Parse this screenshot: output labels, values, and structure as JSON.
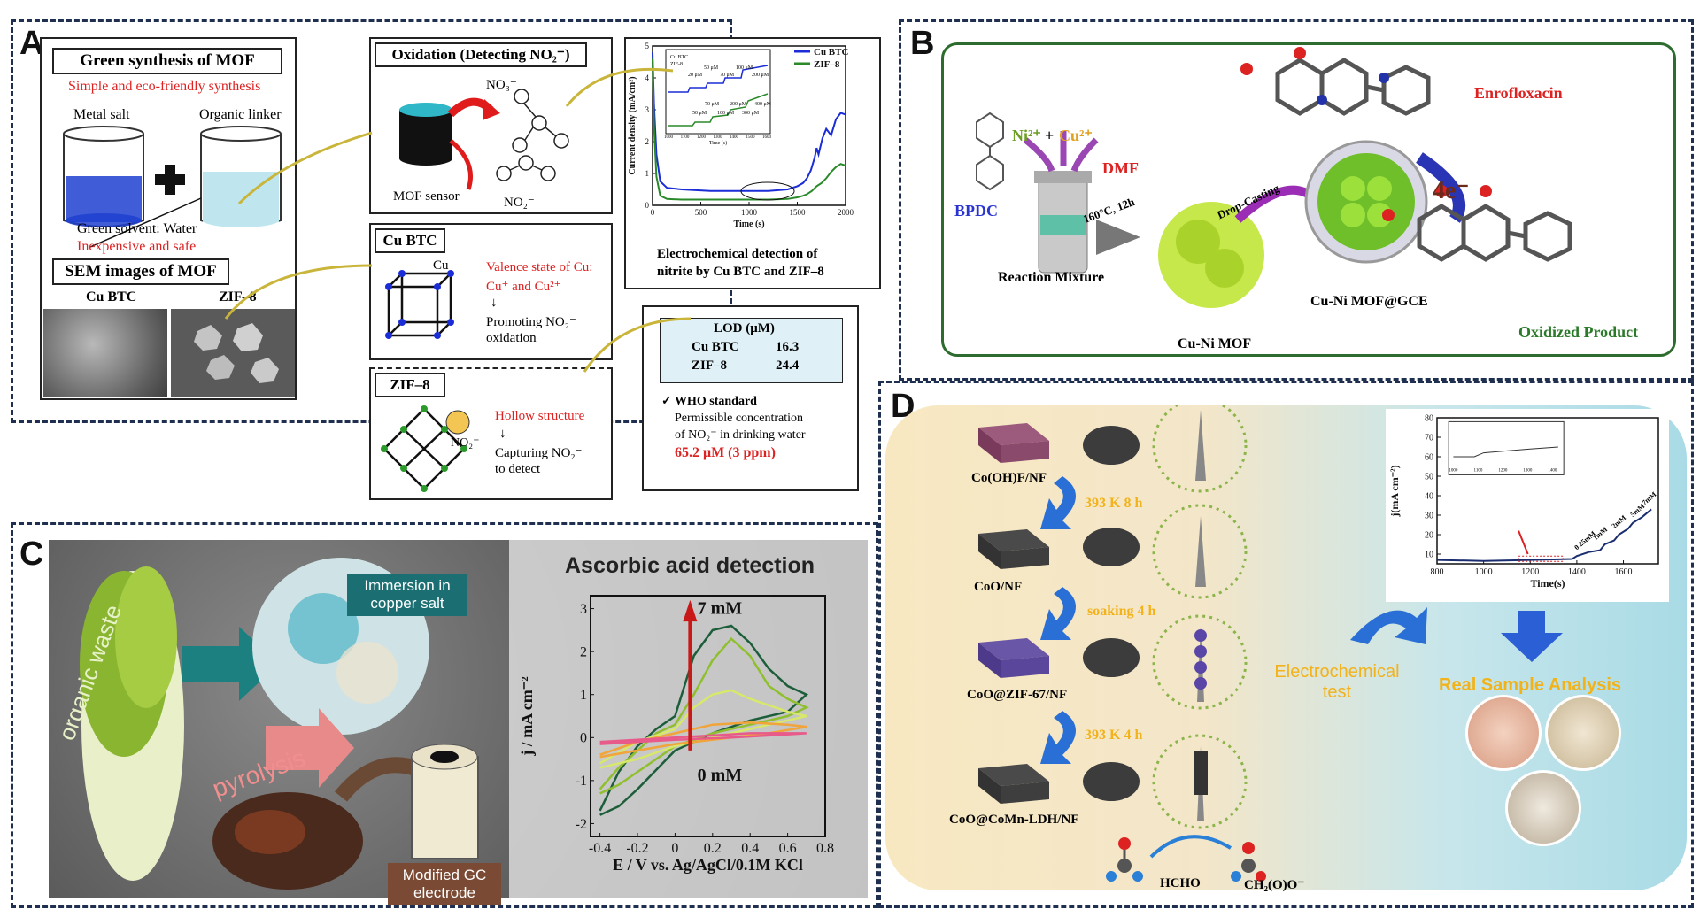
{
  "colors": {
    "frame": "#1f2f4f",
    "red": "#d22222",
    "blue_series": "#1a2dd6",
    "green_series": "#2a8a2a",
    "panelB_border": "#2e6b2e",
    "panelD_bg_left": "#f8e8c2",
    "panelD_bg_right": "#a9dbe6",
    "yellow_text": "#f2b21a",
    "teal_label": "#1b6f73",
    "brown_label": "#7a4a34"
  },
  "panel_a": {
    "letter": "A",
    "green_synthesis": {
      "title": "Green synthesis of MOF",
      "subtitle": "Simple and eco-friendly synthesis",
      "metal_salt": "Metal salt",
      "organic_linker": "Organic linker",
      "solvent": "Green solvent: Water",
      "solvent_note": "Inexpensive and safe",
      "sem_title": "SEM images of MOF",
      "sem_left": "Cu BTC",
      "sem_right": "ZIF–8"
    },
    "oxidation": {
      "title": "Oxidation (Detecting NO₂⁻)",
      "sensor_label": "MOF sensor",
      "no3": "NO₃⁻",
      "no2": "NO₂⁻"
    },
    "cubtc": {
      "title": "Cu BTC",
      "cu": "Cu",
      "valence_line1": "Valence state of Cu:",
      "valence_line2": "Cu⁺ and Cu²⁺",
      "arrow": "↓",
      "promote_line1": "Promoting NO₂⁻",
      "promote_line2": "oxidation"
    },
    "zif8": {
      "title": "ZIF–8",
      "hollow": "Hollow structure",
      "no2": "NO₂⁻",
      "arrow": "↓",
      "capture_line1": "Capturing NO₂⁻",
      "capture_line2": "to detect"
    },
    "chart_caption_line1": "Electrochemical detection of",
    "chart_caption_line2": "nitrite by Cu BTC and ZIF–8",
    "lod": {
      "title": "LOD (μM)",
      "rows": [
        {
          "name": "Cu BTC",
          "value": "16.3"
        },
        {
          "name": "ZIF–8",
          "value": "24.4"
        }
      ],
      "who_title": "✓  WHO standard",
      "who_line1": "Permissible concentration",
      "who_line2": "of NO₂⁻ in drinking water",
      "who_value": "65.2 μM (3 ppm)"
    }
  },
  "panel_b": {
    "letter": "B",
    "bpdc": "BPDC",
    "ni": "Ni²⁺",
    "plus": "+",
    "cu": "Cu²⁺",
    "dmf": "DMF",
    "condition": "160°C, 12h",
    "reaction_mixture": "Reaction Mixture",
    "drop_casting": "Drop-Casting",
    "cu_ni_mof": "Cu-Ni MOF",
    "electrode": "Cu-Ni MOF@GCE",
    "electrons": "4e⁻",
    "enrofloxacin": "Enrofloxacin",
    "oxidized_product": "Oxidized Product"
  },
  "panel_c": {
    "letter": "C",
    "organic_waste": "organic waste",
    "immersion": "Immersion in copper salt",
    "pyrolysis": "pyrolysis",
    "electrode": "Modified GC electrode"
  },
  "panel_d": {
    "letter": "D",
    "steps": [
      "Co(OH)F/NF",
      "CoO/NF",
      "CoO@ZIF-67/NF",
      "CoO@CoMn-LDH/NF"
    ],
    "conditions": [
      "393 K 8 h",
      "soaking 4 h",
      "393 K 4 h"
    ],
    "hcho": "HCHO",
    "product": "CH₂(O)O⁻",
    "electrochemical_test": "Electrochemical test",
    "real_sample": "Real Sample Analysis"
  },
  "chart_data": [
    {
      "id": "panel_a_nitrite",
      "type": "line",
      "xlabel": "Time (s)",
      "ylabel": "Current density (mA/cm²)",
      "xlim": [
        0,
        2000
      ],
      "ylim": [
        0,
        5
      ],
      "xticks": [
        0,
        500,
        1000,
        1500,
        2000
      ],
      "yticks": [
        0,
        1,
        2,
        3,
        4,
        5
      ],
      "series": [
        {
          "name": "Cu BTC",
          "color": "#1a2dd6",
          "x": [
            0,
            15,
            40,
            80,
            150,
            300,
            600,
            900,
            1200,
            1400,
            1500,
            1560,
            1600,
            1640,
            1680,
            1700,
            1720,
            1760,
            1800,
            1850,
            1900,
            1950,
            2000
          ],
          "y": [
            4.8,
            3.2,
            1.6,
            0.75,
            0.55,
            0.5,
            0.45,
            0.45,
            0.45,
            0.5,
            0.6,
            0.7,
            0.85,
            1.1,
            1.5,
            1.8,
            1.6,
            2.1,
            2.4,
            2.2,
            2.7,
            2.9,
            2.85
          ]
        },
        {
          "name": "ZIF–8",
          "color": "#2a8a2a",
          "x": [
            0,
            15,
            40,
            80,
            150,
            300,
            600,
            900,
            1200,
            1400,
            1500,
            1560,
            1600,
            1650,
            1700,
            1750,
            1800,
            1850,
            1900,
            1950,
            2000
          ],
          "y": [
            4.6,
            2.5,
            0.9,
            0.3,
            0.2,
            0.18,
            0.18,
            0.18,
            0.18,
            0.2,
            0.25,
            0.3,
            0.35,
            0.45,
            0.6,
            0.7,
            0.85,
            1.05,
            1.2,
            1.3,
            1.25
          ]
        }
      ],
      "inset": {
        "xlabel": "Time (s)",
        "ylabel": "Current density (mA/cm²)",
        "xticks": [
          1000,
          1100,
          1200,
          1300,
          1400,
          1500,
          1600
        ],
        "legend": [
          "Cu BTC",
          "ZIF-8"
        ],
        "blue_labels": [
          "20 μM",
          "50 μM",
          "70 μM",
          "100 μM",
          "200 μM"
        ],
        "green_labels": [
          "50 μM",
          "70 μM",
          "100 μM",
          "200 μM",
          "300 μM",
          "400 μM"
        ]
      }
    },
    {
      "id": "panel_c_ascorbic",
      "type": "line",
      "title": "Ascorbic acid detection",
      "xlabel": "E / V vs. Ag/AgCl/0.1M KCl",
      "ylabel": "j / mA cm⁻²",
      "xlim": [
        -0.45,
        0.8
      ],
      "ylim": [
        -2.3,
        3.3
      ],
      "xticks": [
        -0.4,
        -0.2,
        0.0,
        0.2,
        0.4,
        0.6,
        0.8
      ],
      "yticks": [
        -2,
        -1,
        0,
        1,
        2,
        3
      ],
      "annotation_top": "7 mM",
      "annotation_bottom": "0 mM",
      "series": [
        {
          "color": "#1d5e3a",
          "x": [
            -0.4,
            -0.3,
            -0.2,
            -0.1,
            0.0,
            0.1,
            0.2,
            0.3,
            0.4,
            0.5,
            0.6,
            0.7,
            0.6,
            0.4,
            0.2,
            0.0,
            -0.2,
            -0.3,
            -0.4
          ],
          "y": [
            -1.7,
            -0.8,
            -0.2,
            0.2,
            0.5,
            1.9,
            2.5,
            2.6,
            2.2,
            1.6,
            1.2,
            1.0,
            0.6,
            0.4,
            0.1,
            -0.3,
            -1.2,
            -1.6,
            -1.8
          ]
        },
        {
          "color": "#8fbf2e",
          "x": [
            -0.4,
            -0.3,
            -0.2,
            -0.1,
            0.0,
            0.1,
            0.2,
            0.3,
            0.4,
            0.5,
            0.6,
            0.7,
            0.6,
            0.4,
            0.2,
            0.0,
            -0.2,
            -0.3,
            -0.4
          ],
          "y": [
            -1.2,
            -0.7,
            -0.3,
            0.1,
            0.3,
            1.0,
            1.8,
            2.3,
            1.9,
            1.2,
            0.9,
            0.7,
            0.5,
            0.3,
            0.1,
            -0.2,
            -0.8,
            -1.1,
            -1.3
          ]
        },
        {
          "color": "#d7e86a",
          "x": [
            -0.4,
            -0.2,
            0.0,
            0.1,
            0.2,
            0.3,
            0.4,
            0.6,
            0.7,
            0.5,
            0.3,
            0.0,
            -0.2,
            -0.4
          ],
          "y": [
            -0.6,
            -0.1,
            0.2,
            0.7,
            1.0,
            1.1,
            0.9,
            0.6,
            0.5,
            0.3,
            0.1,
            -0.2,
            -0.5,
            -0.7
          ]
        },
        {
          "color": "#f0a43a",
          "x": [
            -0.4,
            -0.2,
            0.0,
            0.2,
            0.4,
            0.6,
            0.7,
            0.5,
            0.3,
            0.0,
            -0.2,
            -0.4
          ],
          "y": [
            -0.4,
            -0.1,
            0.1,
            0.3,
            0.35,
            0.3,
            0.25,
            0.1,
            0.0,
            -0.15,
            -0.3,
            -0.45
          ]
        },
        {
          "color": "#e85a8a",
          "x": [
            -0.4,
            -0.2,
            0.0,
            0.2,
            0.4,
            0.6,
            0.7,
            0.5,
            0.3,
            0.0,
            -0.2,
            -0.4
          ],
          "y": [
            -0.1,
            -0.05,
            0.0,
            0.05,
            0.1,
            0.1,
            0.1,
            0.05,
            0.0,
            -0.05,
            -0.1,
            -0.15
          ]
        }
      ]
    },
    {
      "id": "panel_d_amperometric",
      "type": "line",
      "xlabel": "Time(s)",
      "ylabel": "j(mA cm⁻²)",
      "xlim": [
        800,
        1750
      ],
      "ylim": [
        5,
        80
      ],
      "xticks": [
        800,
        1000,
        1200,
        1400,
        1600
      ],
      "yticks": [
        10,
        20,
        30,
        40,
        50,
        60,
        70,
        80
      ],
      "annotations": [
        "0.25mM",
        "1mM",
        "2mM",
        "5mM",
        "7mM"
      ],
      "series": [
        {
          "color": "#1a2d6e",
          "x": [
            800,
            1000,
            1200,
            1380,
            1400,
            1450,
            1500,
            1520,
            1560,
            1580,
            1620,
            1640,
            1680,
            1700,
            1720
          ],
          "y": [
            7,
            6.5,
            7,
            7.5,
            9,
            11,
            12,
            15,
            17,
            20,
            23,
            26,
            29,
            31,
            33
          ]
        }
      ],
      "inset": {
        "xlabel": "Time(s)",
        "xticks": [
          1000,
          1100,
          1200,
          1300,
          1400
        ]
      }
    }
  ]
}
